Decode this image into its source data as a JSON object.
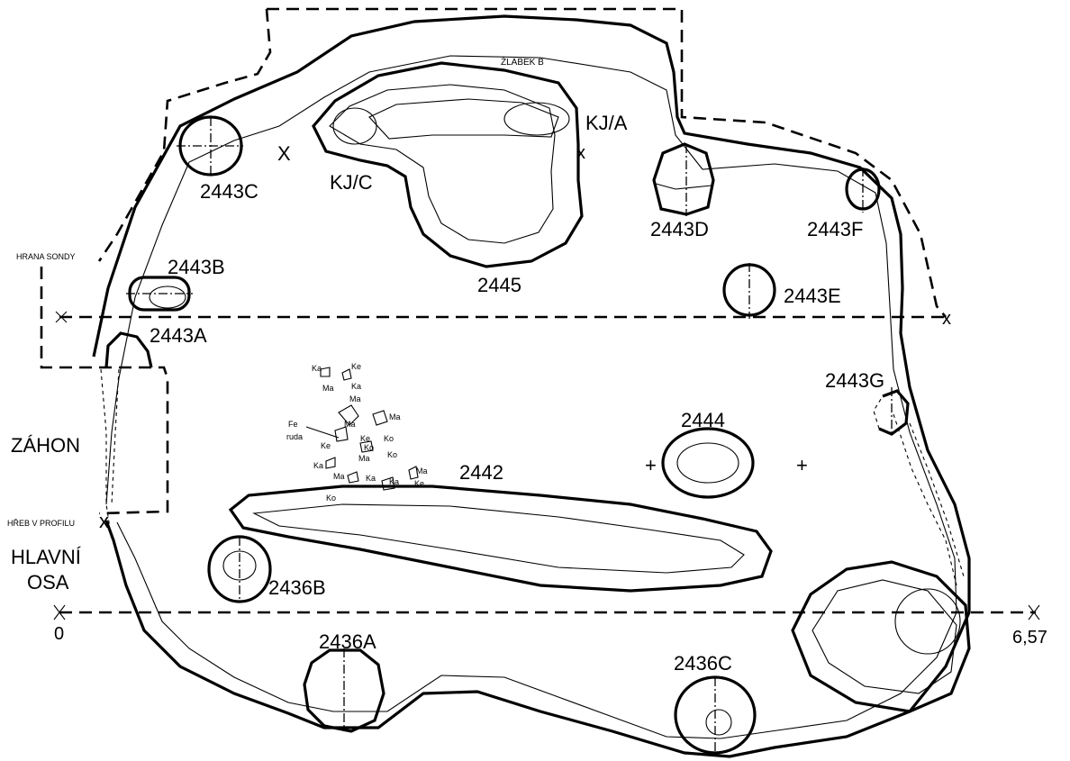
{
  "labels": {
    "zlabek_b": "ŽLÁBEK B",
    "kj_a": "KJ/A",
    "kj_c": "KJ/C",
    "f2445": "2445",
    "f2443c": "2443C",
    "f2443d": "2443D",
    "f2443f": "2443F",
    "f2443b": "2443B",
    "f2443e": "2443E",
    "f2443a": "2443A",
    "f2443g": "2443G",
    "f2444": "2444",
    "f2442": "2442",
    "f2436b": "2436B",
    "f2436a": "2436A",
    "f2436c": "2436C",
    "hrana_sondy": "HRANA SONDY",
    "zahon": "ZÁHON",
    "hreb": "HŘEB V PROFILU",
    "hlavni": "HLAVNÍ",
    "osa": "OSA",
    "axis_start": "0",
    "axis_end": "6,57",
    "x_mark": "X",
    "x_small": "x",
    "plus": "+"
  },
  "finds": [
    "Ka",
    "Ke",
    "Ma",
    "Ka",
    "Ma",
    "Ma",
    "Ma",
    "Ke",
    "Ko",
    "Ke",
    "Ko",
    "Ka",
    "Ma",
    "Ko",
    "Ma",
    "Ka",
    "Ka",
    "Ma",
    "Ke",
    "Ko",
    "Fe",
    "ruda"
  ]
}
